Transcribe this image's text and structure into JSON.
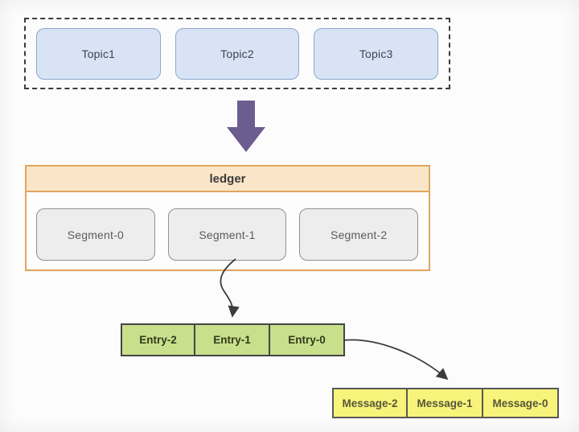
{
  "topics": {
    "items": [
      {
        "label": "Topic1"
      },
      {
        "label": "Topic2"
      },
      {
        "label": "Topic3"
      }
    ]
  },
  "ledger": {
    "title": "ledger",
    "segments": [
      {
        "label": "Segment-0"
      },
      {
        "label": "Segment-1"
      },
      {
        "label": "Segment-2"
      }
    ]
  },
  "entries": {
    "items": [
      {
        "label": "Entry-2"
      },
      {
        "label": "Entry-1"
      },
      {
        "label": "Entry-0"
      }
    ]
  },
  "messages": {
    "items": [
      {
        "label": "Message-2"
      },
      {
        "label": "Message-1"
      },
      {
        "label": "Message-0"
      }
    ]
  },
  "icons": {
    "flow_arrow": "down-block-arrow",
    "segment_connector": "curved-arrow-down",
    "entry_connector": "curved-arrow-right-down"
  },
  "colors": {
    "background": "#fcfcfd",
    "topic_fill": "#d8e4f6",
    "topic_border": "#8ca7c9",
    "dashed_border": "#3c3c3c",
    "flow_arrow": "#6c5c8f",
    "ledger_border": "#e1a55d",
    "ledger_header_fill": "#fae5c8",
    "segment_fill": "#ededee",
    "segment_border": "#909090",
    "entry_fill": "#c8e08b",
    "entry_border": "#454545",
    "message_fill": "#f8f37a",
    "message_border": "#585858",
    "connector": "#3c3c3c"
  }
}
